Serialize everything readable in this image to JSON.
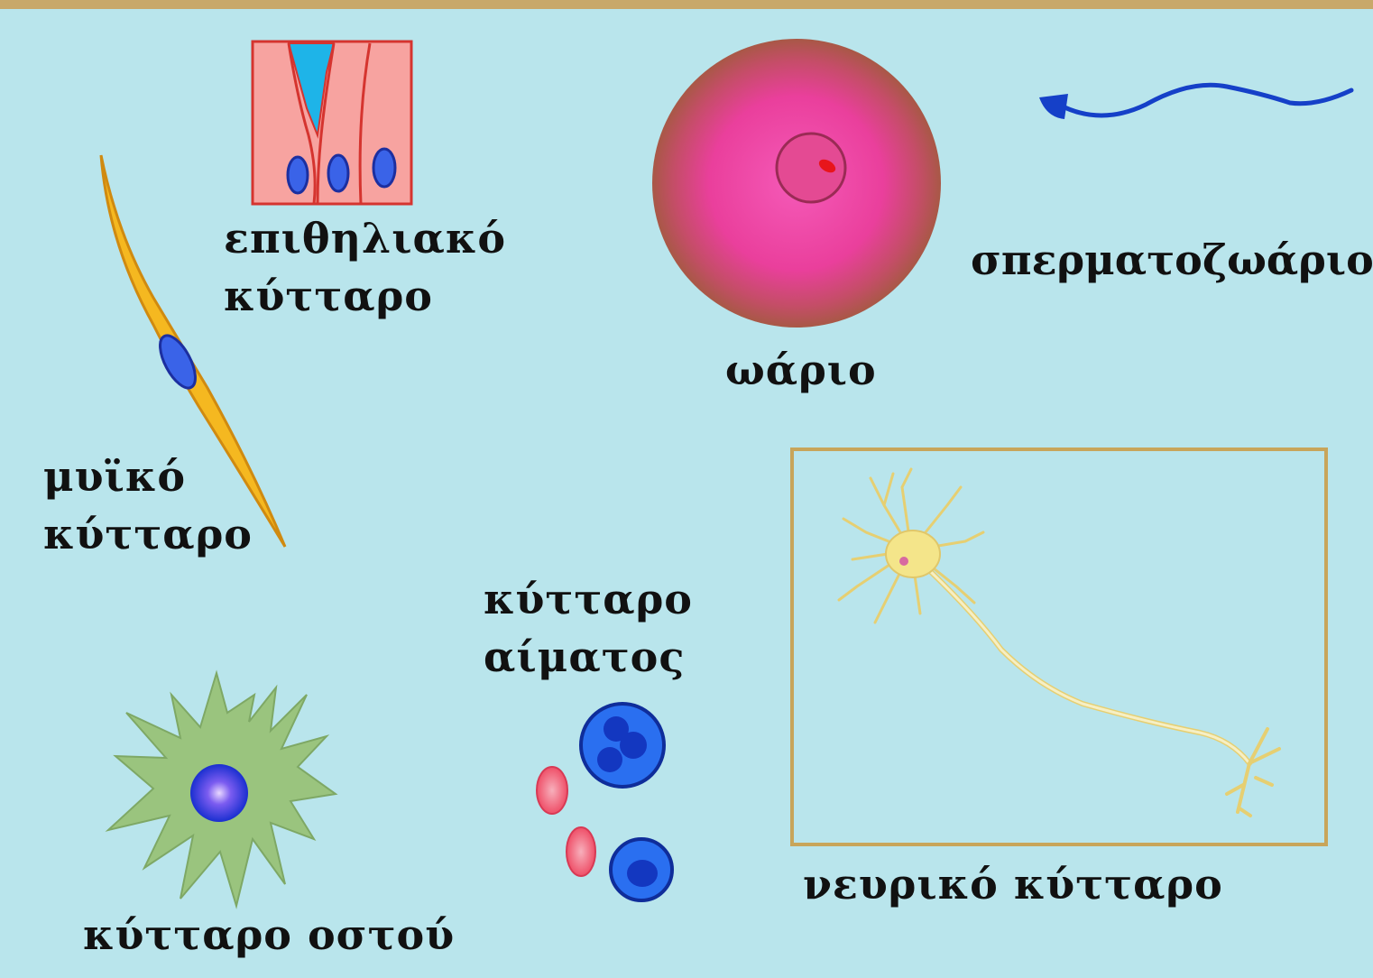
{
  "labels": {
    "epithelial": [
      "επιθηλιακό",
      "κύτταρο"
    ],
    "egg": "ωάριο",
    "sperm": "σπερματοζωάριο",
    "muscle": [
      "μυϊκό",
      "κύτταρο"
    ],
    "blood": [
      "κύτταρο",
      "αίματος"
    ],
    "bone": "κύτταρο οστού",
    "neuron": "νευρικό κύτταρο"
  },
  "colors": {
    "background": "#b9e5ec",
    "frame": "#c8a55a",
    "epithelial_fill": "#f7a3a0",
    "egg_outer": "#b35a4a",
    "egg_inner": "#ef3fa0",
    "sperm": "#1540c8",
    "muscle": "#f5b820",
    "bone": "#9ac47e",
    "blood_white": "#1f5fe0",
    "blood_red": "#f2667a",
    "neuron": "#f3e7a0"
  }
}
